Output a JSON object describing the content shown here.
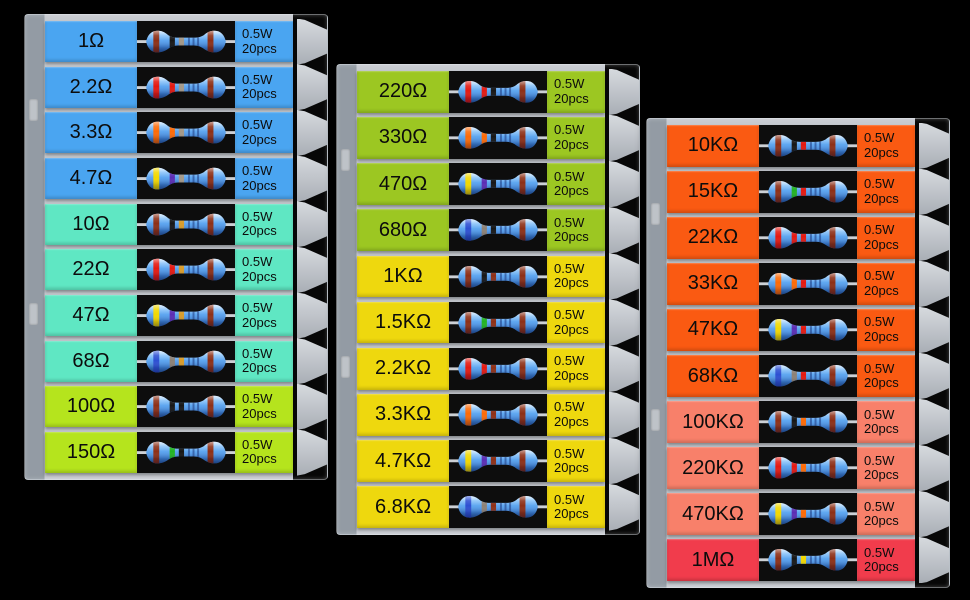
{
  "product": {
    "description": "metal film resistor assortment kit, three plastic cases of labeled compartments",
    "case_color": "#c6cad0",
    "background": "#000000"
  },
  "spec": {
    "power": "0.5W",
    "qty": "20pcs"
  },
  "band_colors": {
    "brown": "#8d2f16",
    "black": "#161616",
    "red": "#e41810",
    "orange": "#fd6a06",
    "yellow": "#f2d800",
    "green": "#22b322",
    "blue": "#2d4fd2",
    "violet": "#5b2db4",
    "gray": "#8c8176",
    "silver": "#a39888",
    "gold": "#d89b2a"
  },
  "panels": [
    {
      "name": "case-1-low-ohm",
      "rows": [
        {
          "value": "1Ω",
          "bg": "#4aa5f1",
          "bands": [
            "brown",
            "black",
            "silver",
            "brown"
          ]
        },
        {
          "value": "2.2Ω",
          "bg": "#4aa5f1",
          "bands": [
            "red",
            "red",
            "silver",
            "brown"
          ]
        },
        {
          "value": "3.3Ω",
          "bg": "#4aa5f1",
          "bands": [
            "orange",
            "orange",
            "silver",
            "brown"
          ]
        },
        {
          "value": "4.7Ω",
          "bg": "#4aa5f1",
          "bands": [
            "yellow",
            "violet",
            "silver",
            "brown"
          ]
        },
        {
          "value": "10Ω",
          "bg": "#5fe7c3",
          "bands": [
            "brown",
            "black",
            "gold",
            "brown"
          ]
        },
        {
          "value": "22Ω",
          "bg": "#5fe7c3",
          "bands": [
            "red",
            "red",
            "gold",
            "brown"
          ]
        },
        {
          "value": "47Ω",
          "bg": "#5fe7c3",
          "bands": [
            "yellow",
            "violet",
            "gold",
            "brown"
          ]
        },
        {
          "value": "68Ω",
          "bg": "#5fe7c3",
          "bands": [
            "blue",
            "gray",
            "gold",
            "brown"
          ]
        },
        {
          "value": "100Ω",
          "bg": "#b5e41d",
          "bands": [
            "brown",
            "black",
            "black",
            "brown"
          ]
        },
        {
          "value": "150Ω",
          "bg": "#b5e41d",
          "bands": [
            "brown",
            "green",
            "black",
            "brown"
          ]
        }
      ]
    },
    {
      "name": "case-2-mid-ohm",
      "rows": [
        {
          "value": "220Ω",
          "bg": "#9cc722",
          "bands": [
            "red",
            "red",
            "black",
            "brown"
          ]
        },
        {
          "value": "330Ω",
          "bg": "#9cc722",
          "bands": [
            "orange",
            "orange",
            "black",
            "brown"
          ]
        },
        {
          "value": "470Ω",
          "bg": "#9cc722",
          "bands": [
            "yellow",
            "violet",
            "black",
            "brown"
          ]
        },
        {
          "value": "680Ω",
          "bg": "#9cc722",
          "bands": [
            "blue",
            "gray",
            "black",
            "brown"
          ]
        },
        {
          "value": "1KΩ",
          "bg": "#eed80e",
          "bands": [
            "brown",
            "black",
            "brown",
            "brown"
          ]
        },
        {
          "value": "1.5KΩ",
          "bg": "#eed80e",
          "bands": [
            "brown",
            "green",
            "brown",
            "brown"
          ]
        },
        {
          "value": "2.2KΩ",
          "bg": "#eed80e",
          "bands": [
            "red",
            "red",
            "brown",
            "brown"
          ]
        },
        {
          "value": "3.3KΩ",
          "bg": "#eed80e",
          "bands": [
            "orange",
            "orange",
            "brown",
            "brown"
          ]
        },
        {
          "value": "4.7KΩ",
          "bg": "#eed80e",
          "bands": [
            "yellow",
            "violet",
            "brown",
            "brown"
          ]
        },
        {
          "value": "6.8KΩ",
          "bg": "#eed80e",
          "bands": [
            "blue",
            "gray",
            "brown",
            "brown"
          ]
        }
      ]
    },
    {
      "name": "case-3-high-ohm",
      "rows": [
        {
          "value": "10KΩ",
          "bg": "#fa5a12",
          "bands": [
            "brown",
            "black",
            "red",
            "brown"
          ]
        },
        {
          "value": "15KΩ",
          "bg": "#fa5a12",
          "bands": [
            "brown",
            "green",
            "red",
            "brown"
          ]
        },
        {
          "value": "22KΩ",
          "bg": "#fa5a12",
          "bands": [
            "red",
            "red",
            "red",
            "brown"
          ]
        },
        {
          "value": "33KΩ",
          "bg": "#fa5a12",
          "bands": [
            "orange",
            "orange",
            "red",
            "brown"
          ]
        },
        {
          "value": "47KΩ",
          "bg": "#fa5a12",
          "bands": [
            "yellow",
            "violet",
            "red",
            "brown"
          ]
        },
        {
          "value": "68KΩ",
          "bg": "#fa5a12",
          "bands": [
            "blue",
            "gray",
            "red",
            "brown"
          ]
        },
        {
          "value": "100KΩ",
          "bg": "#f8806a",
          "bands": [
            "brown",
            "black",
            "orange",
            "brown"
          ]
        },
        {
          "value": "220KΩ",
          "bg": "#f8806a",
          "bands": [
            "red",
            "red",
            "orange",
            "brown"
          ]
        },
        {
          "value": "470KΩ",
          "bg": "#f8806a",
          "bands": [
            "yellow",
            "violet",
            "orange",
            "brown"
          ]
        },
        {
          "value": "1MΩ",
          "bg": "#f13c4c",
          "bands": [
            "brown",
            "black",
            "yellow",
            "brown"
          ]
        }
      ]
    }
  ]
}
